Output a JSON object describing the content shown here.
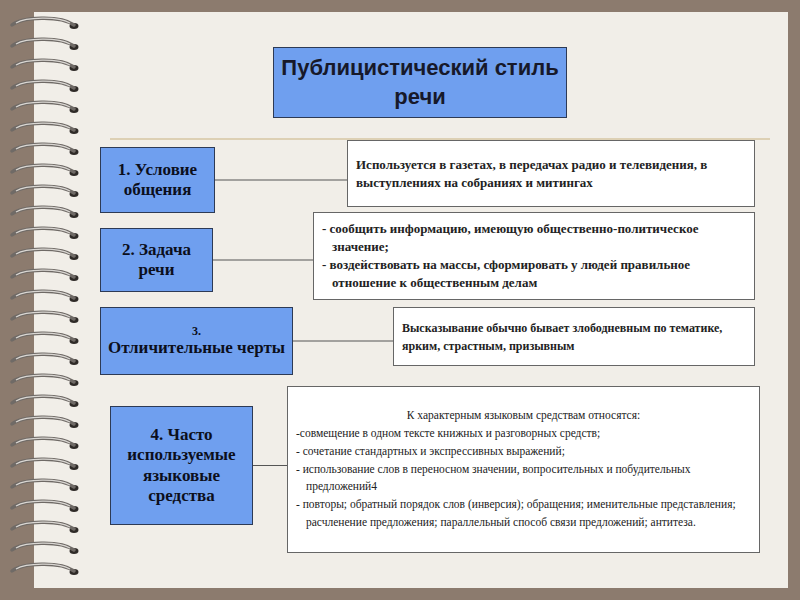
{
  "diagram": {
    "nodes": [
      {
        "text": [
          "Публицистический стиль речи"
        ]
      },
      {
        "text": [
          "1. Условие общения"
        ]
      },
      {
        "text": [
          "Используется в газетах, в передачах радио и телевидения, в выступлениях на собраниях и митингах"
        ]
      },
      {
        "text": [
          "2. Задача речи"
        ]
      },
      {
        "text": [
          "- сообщить информацию, имеющую общественно-политическое значение;",
          "- воздействовать на массы, сформировать у людей правильное отношение к общественным делам"
        ]
      },
      {
        "text": [
          "3.",
          "Отличительные черты"
        ]
      },
      {
        "text": [
          "Высказывание обычно бывает злободневным по тематике, ярким, страстным, призывным"
        ]
      },
      {
        "text": [
          "4. Часто используемые языковые средства"
        ]
      },
      {
        "text": [
          "К характерным языковым средствам относятся:",
          "-совмещение в одном тексте книжных и разговорных средств;",
          "- сочетание стандартных и экспрессивных выражений;",
          "- использование слов в переносном значении, вопросительных и побудительных предложений4",
          "- повторы; обратный порядок слов (инверсия); обращения; именительные представления; расчленение предложения; параллельный способ связи предложений; антитеза."
        ]
      }
    ],
    "edges": [
      {
        "from": 1,
        "to": 2,
        "arrow": "none"
      },
      {
        "from": 3,
        "to": 4,
        "arrow": "none"
      },
      {
        "from": 5,
        "to": 6,
        "arrow": "none"
      },
      {
        "from": 7,
        "to": 8,
        "arrow": "none"
      }
    ]
  }
}
